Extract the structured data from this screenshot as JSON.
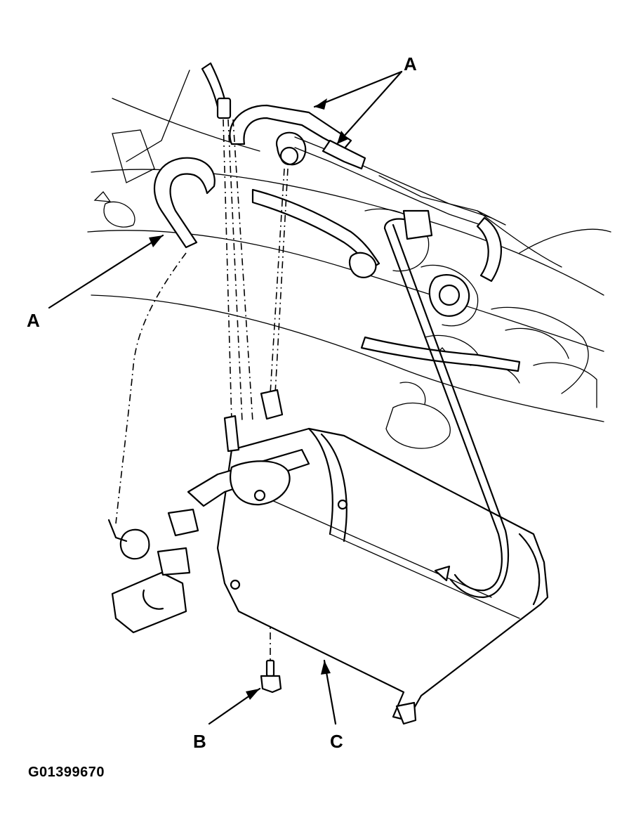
{
  "figure": {
    "figure_id": "G01399670",
    "callouts": {
      "a_top": "A",
      "a_left": "A",
      "b": "B",
      "c": "C"
    }
  },
  "colors": {
    "line": "#000000",
    "background": "#ffffff"
  }
}
